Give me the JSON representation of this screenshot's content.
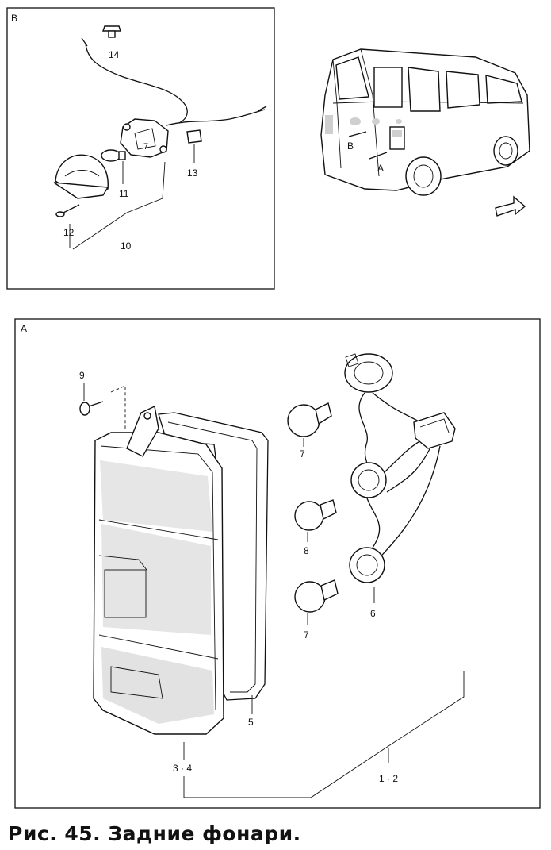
{
  "figure": {
    "caption": "Рис. 45. Задние фонари."
  },
  "panel_b": {
    "label": "B",
    "callouts": [
      "14",
      "13",
      "11",
      "10",
      "12"
    ]
  },
  "van": {
    "arrow_a": "A",
    "arrow_b": "B"
  },
  "panel_a": {
    "label": "A",
    "callouts": [
      "9",
      "7",
      "8",
      "7",
      "6",
      "5",
      "3 · 4",
      "1 · 2"
    ]
  }
}
